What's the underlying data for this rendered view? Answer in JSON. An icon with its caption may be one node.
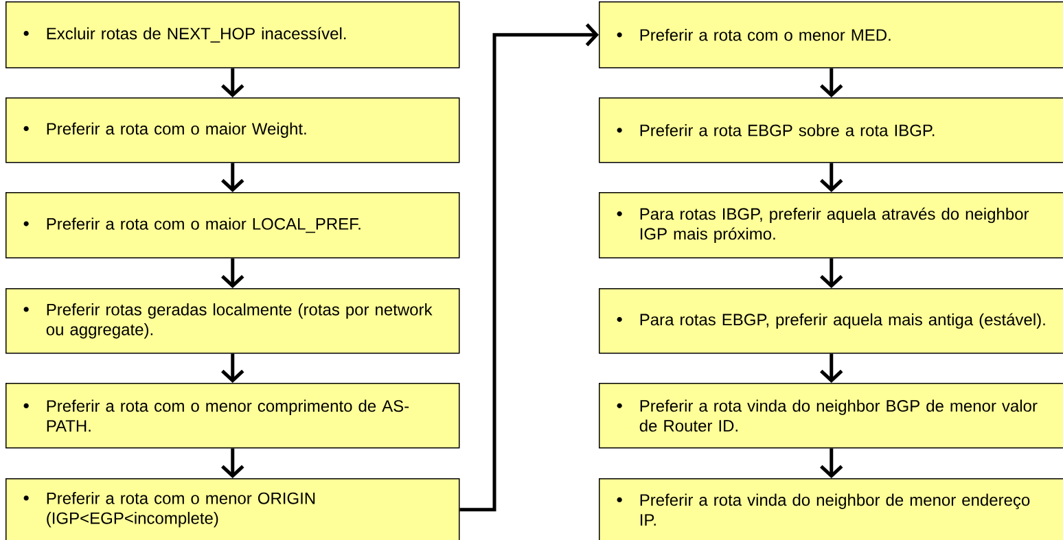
{
  "diagram": {
    "nodes": [
      {
        "text": [
          "Excluir rotas de NEXT_HOP inacessível."
        ]
      },
      {
        "text": [
          "Preferir a rota com o maior Weight."
        ]
      },
      {
        "text": [
          "Preferir a rota com o maior LOCAL_PREF."
        ]
      },
      {
        "text": [
          "Preferir rotas geradas localmente (rotas por network ou aggregate)."
        ]
      },
      {
        "text": [
          "Preferir a rota com o menor comprimento de AS-PATH."
        ]
      },
      {
        "text": [
          "Preferir a rota com o menor  ORIGIN (IGP<EGP<incomplete)"
        ]
      },
      {
        "text": [
          "Preferir a rota com o menor MED."
        ]
      },
      {
        "text": [
          "Preferir a rota EBGP sobre a rota IBGP."
        ]
      },
      {
        "text": [
          "Para rotas IBGP, preferir aquela através do neighbor IGP mais próximo."
        ]
      },
      {
        "text": [
          "Para rotas EBGP, preferir aquela mais antiga (estável)."
        ]
      },
      {
        "text": [
          "Preferir a rota vinda do neighbor BGP de menor valor de Router ID."
        ]
      },
      {
        "text": [
          "Preferir a rota vinda do neighbor de menor endereço IP."
        ]
      }
    ],
    "edges": [
      {
        "from": 0,
        "to": 1,
        "arrow": "to"
      },
      {
        "from": 1,
        "to": 2,
        "arrow": "to"
      },
      {
        "from": 2,
        "to": 3,
        "arrow": "to"
      },
      {
        "from": 3,
        "to": 4,
        "arrow": "to"
      },
      {
        "from": 4,
        "to": 5,
        "arrow": "to"
      },
      {
        "from": 5,
        "to": 6,
        "arrow": "to"
      },
      {
        "from": 6,
        "to": 7,
        "arrow": "to"
      },
      {
        "from": 7,
        "to": 8,
        "arrow": "to"
      },
      {
        "from": 8,
        "to": 9,
        "arrow": "to"
      },
      {
        "from": 9,
        "to": 10,
        "arrow": "to"
      },
      {
        "from": 10,
        "to": 11,
        "arrow": "to"
      }
    ]
  }
}
